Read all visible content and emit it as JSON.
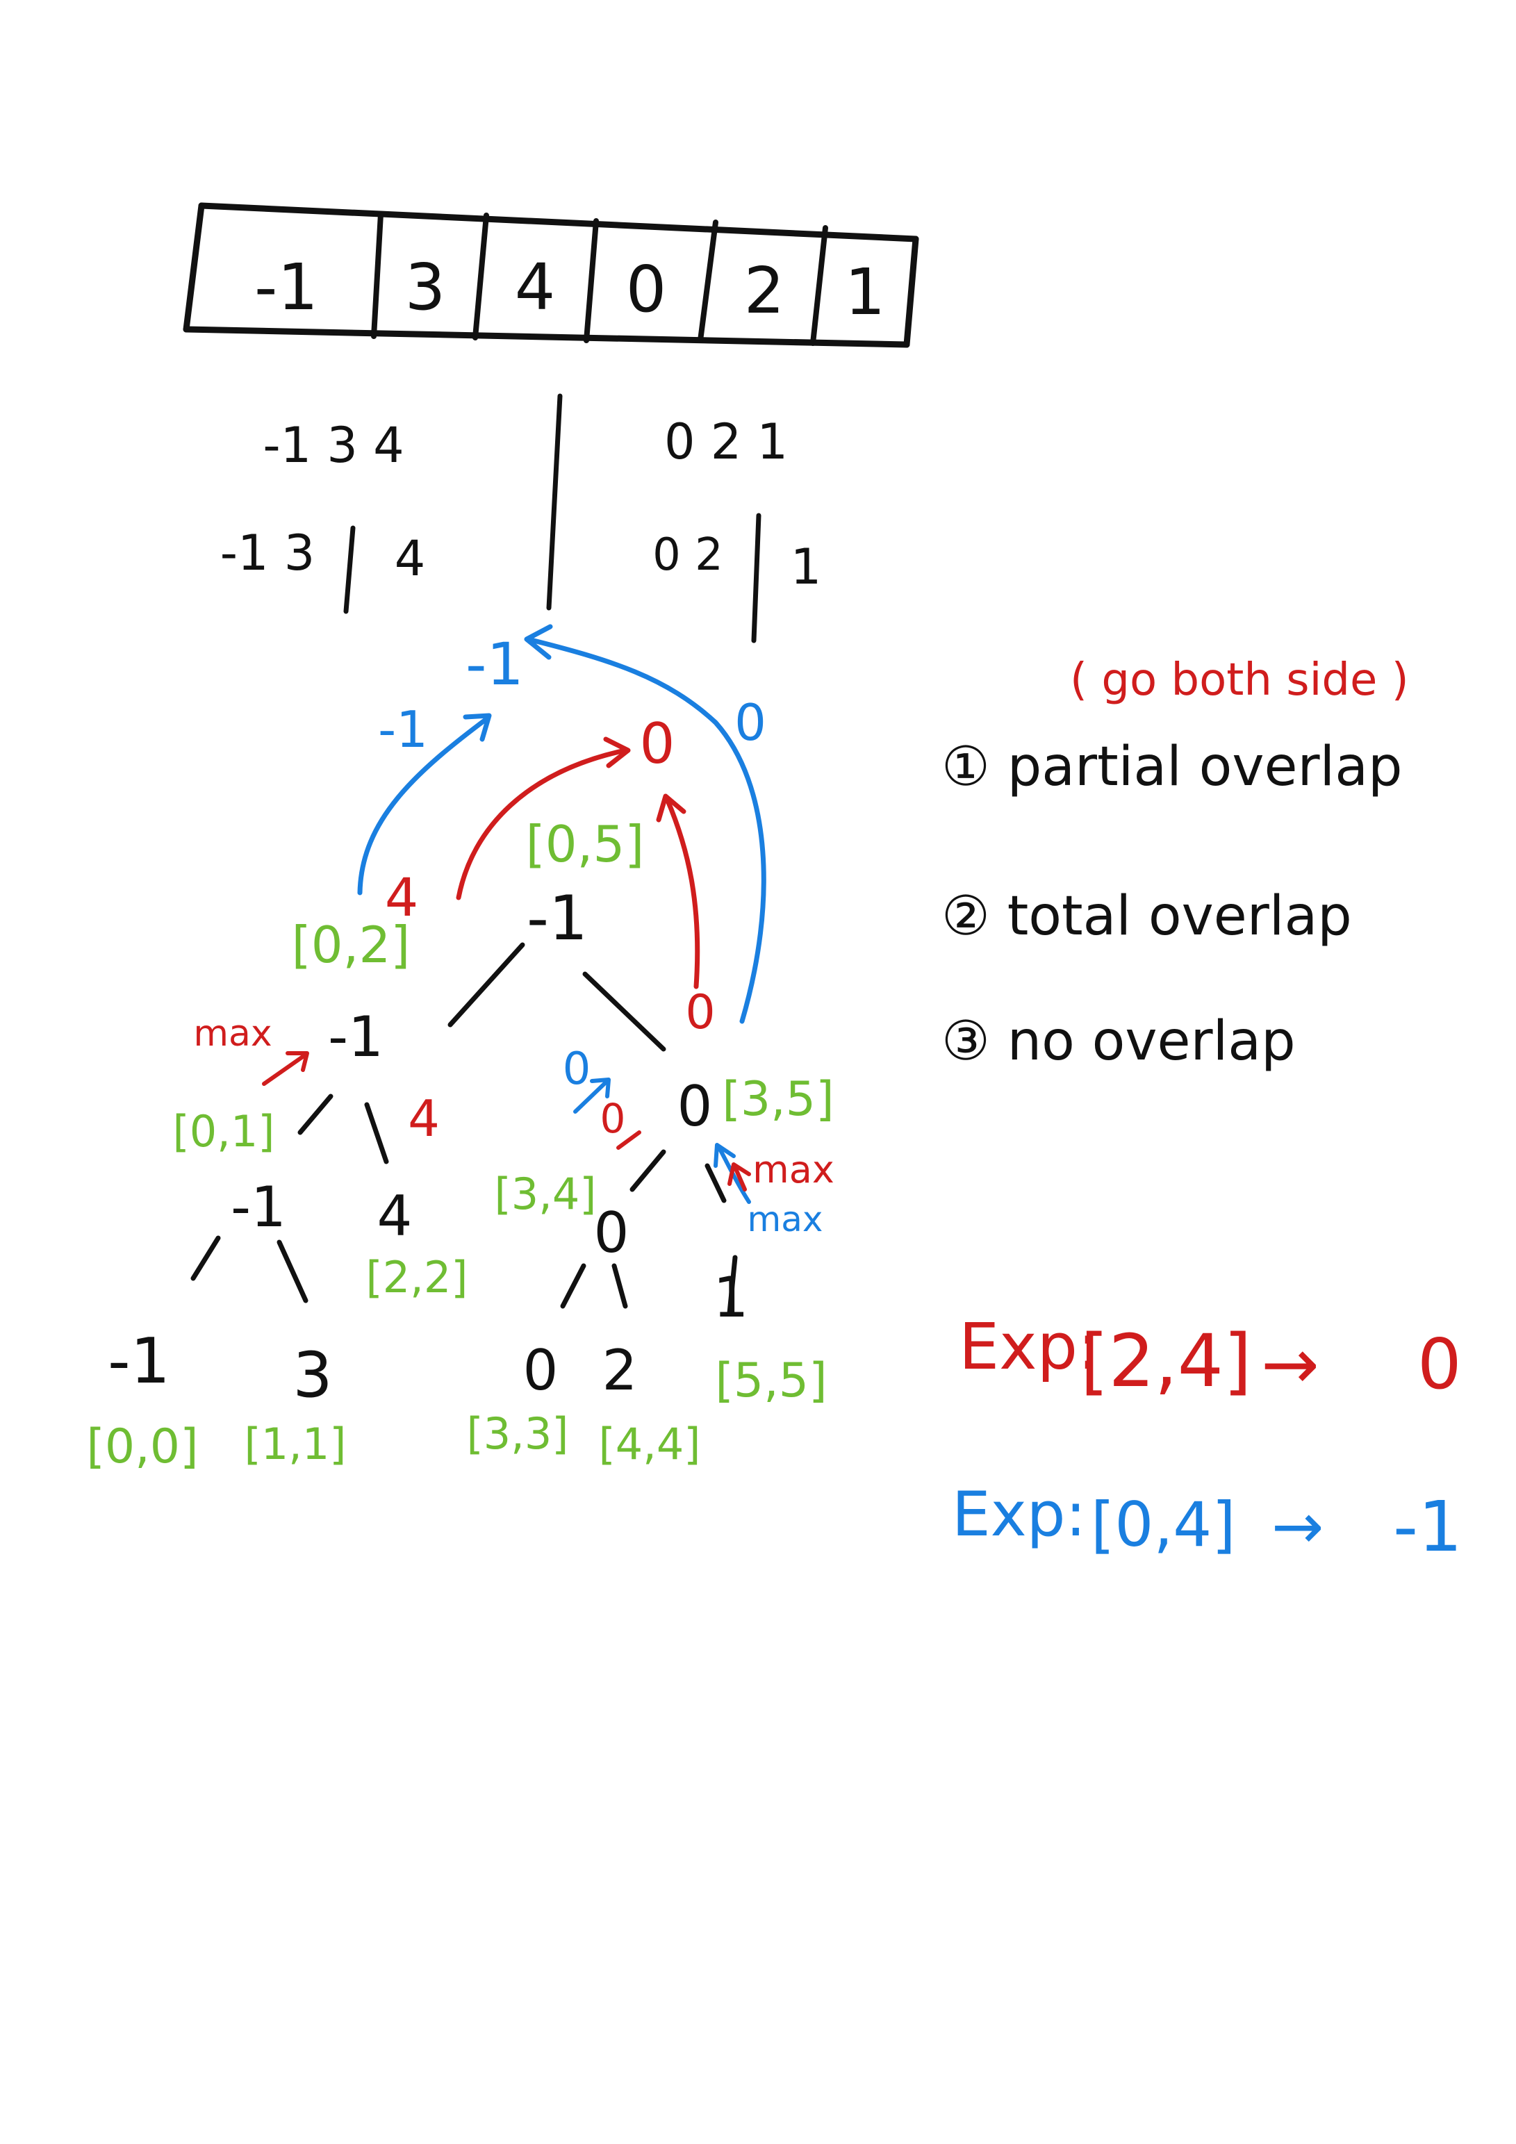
{
  "array": [
    "-1",
    "3",
    "4",
    "0",
    "2",
    "1"
  ],
  "split": {
    "level1_left": "-1 3 4",
    "level1_right": "0 2 1",
    "level2_left_a": "-1 3",
    "level2_left_b": "4",
    "level2_right_a": "0 2",
    "level2_right_b": "1"
  },
  "tree": {
    "root": {
      "value": "-1",
      "range": "[0,5]"
    },
    "n_0_2": {
      "value": "-1",
      "range": "[0,2]"
    },
    "n_3_5": {
      "value": "0",
      "range": "[3,5]"
    },
    "n_0_1": {
      "value": "-1",
      "range": "[0,1]"
    },
    "n_2_2": {
      "value": "4",
      "range": "[2,2]"
    },
    "n_3_4": {
      "value": "0",
      "range": "[3,4]"
    },
    "n_5_5": {
      "value": "1",
      "range": "[5,5]"
    },
    "n_0_0": {
      "value": "-1",
      "range": "[0,0]"
    },
    "n_1_1": {
      "value": "3",
      "range": "[1,1]"
    },
    "n_3_3": {
      "value": "0",
      "range": "[3,3]"
    },
    "n_4_4": {
      "value": "2",
      "range": "[4,4]"
    }
  },
  "annotations": {
    "blue_top_result": "-1",
    "blue_mid_label": "-1",
    "blue_right_zero": "0",
    "red_top_result": "0",
    "red_four": "4",
    "red_zero_right": "0",
    "red_max_left": "max",
    "red_small_four": "4",
    "blue_zero_small": "0",
    "red_zero_small": "0",
    "red_max_right": "max",
    "blue_max_right": "max"
  },
  "legend": {
    "note": "( go both side )",
    "item1": "① partial overlap",
    "item2": "② total overlap",
    "item3": "③ no overlap"
  },
  "examples": {
    "red": {
      "label": "Exp:",
      "query": "[2,4]",
      "arrow": "→",
      "result": "0"
    },
    "blue": {
      "label": "Exp:",
      "query": "[0,4]",
      "arrow": "→",
      "result": "-1"
    }
  },
  "colors": {
    "ink": "#111111",
    "blue": "#1a7fe0",
    "red": "#d01d1d",
    "green": "#6fbd33"
  }
}
